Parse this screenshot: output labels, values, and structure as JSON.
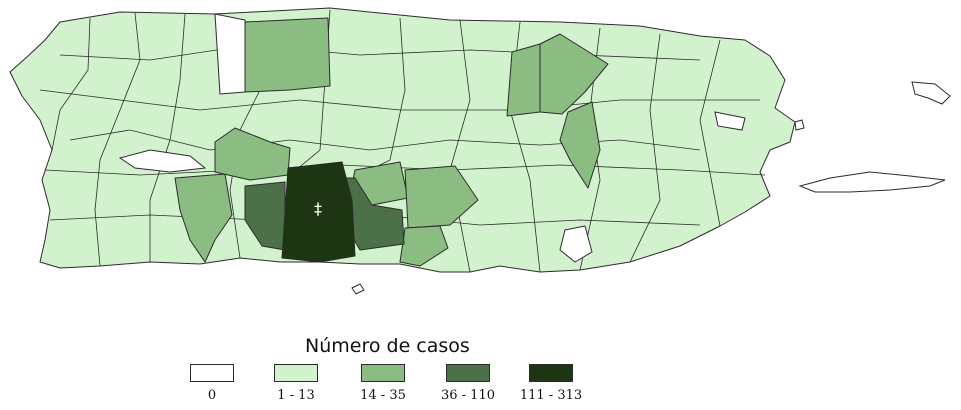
{
  "legend": {
    "title": "Número de casos",
    "classes": [
      {
        "label": "0",
        "color": "#ffffff"
      },
      {
        "label": "1 - 13",
        "color": "#d2f2cd"
      },
      {
        "label": "14 - 35",
        "color": "#8bbd82"
      },
      {
        "label": "36 - 110",
        "color": "#4c7047"
      },
      {
        "label": "111 - 313",
        "color": "#1d3512"
      }
    ]
  },
  "map": {
    "marker_symbol": "‡",
    "region_classes": {
      "north-west-white": 0,
      "north-center-a": 2,
      "south-west-a": 2,
      "south-center-a": 2,
      "south-center-b": 2,
      "north-east-a": 2,
      "north-east-b": 2,
      "east-center": 2,
      "south-west-b": 3,
      "south-center-c": 3,
      "south-center-peak": 4,
      "south-east-white": 0
    }
  }
}
